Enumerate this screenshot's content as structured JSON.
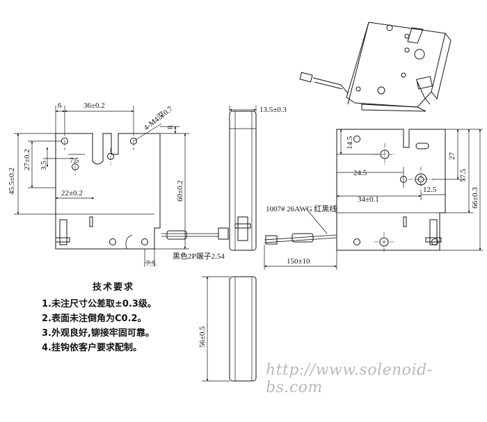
{
  "dimensions": {
    "d_6": "6",
    "d_36": "36±0.2",
    "d_4_m4": "4-M4深0.7",
    "d_8": "8",
    "d_45_5": "45.5±0.2",
    "d_27_left": "27±0.2",
    "d_3_5": "3.5",
    "d_7_5_top": "7.5",
    "d_22": "22±0.2",
    "d_60": "60±0.2",
    "d_7_5_bottom": "7.5",
    "d_13_5": "13.5±0.3",
    "d_14_5": "14.5",
    "d_24_5": "24.5",
    "d_34": "34±0.1",
    "d_12_5": "12.5",
    "d_27_right": "27",
    "d_57_5": "57.5",
    "d_66": "66±0.3",
    "d_150": "150±10",
    "d_56": "56±0.5"
  },
  "labels": {
    "terminal": "黑色2P端子2.54",
    "wire": "1007# 26AWG 红黑线"
  },
  "notes": {
    "title": "技术要求",
    "items": [
      "1.未注尺寸公差取±0.3级。",
      "2.表面未注倒角为C0.2。",
      "3.外观良好,铆接牢固可靠。",
      "4.挂钩依客户要求配制。"
    ]
  },
  "watermark": "http://www.solenoid-bs.com"
}
